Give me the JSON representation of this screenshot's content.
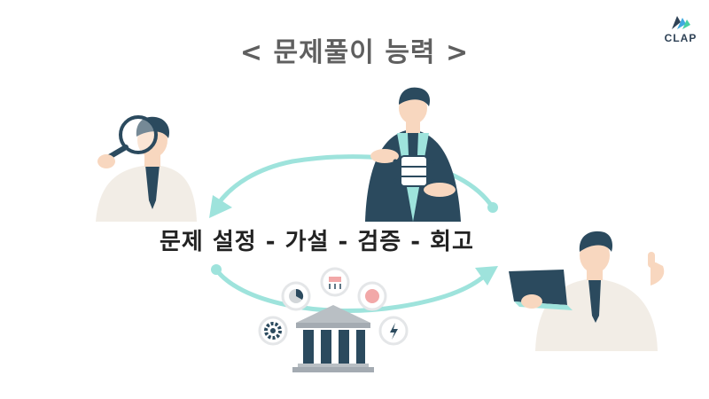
{
  "title": "< 문제풀이 능력 >",
  "logo": {
    "text": "CLAP"
  },
  "steps_text": "문제 설정 - 가설 - 검증 - 회고",
  "colors": {
    "title": "#5f5f5f",
    "arrow": "#9ee3dc",
    "navy": "#2b4a5e",
    "skin": "#f8d7bf",
    "shirt": "#f2ede6"
  },
  "icons": [
    "magnifier-icon",
    "gear-icon",
    "pie-chart-icon",
    "network-icon",
    "target-icon",
    "lightbulb-icon",
    "bank-icon",
    "laptop-icon",
    "database-icon"
  ]
}
